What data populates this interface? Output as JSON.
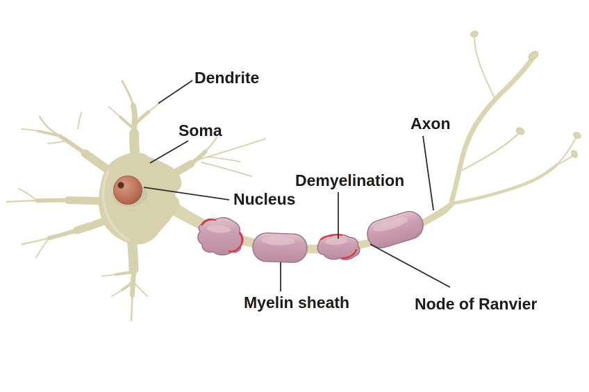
{
  "labels": {
    "dendrite": "Dendrite",
    "soma": "Soma",
    "nucleus": "Nucleus",
    "axon": "Axon",
    "demyelination": "Demyelination",
    "myelin_sheath": "Myelin sheath",
    "node_of_ranvier": "Node of Ranvier"
  },
  "colors": {
    "background": "#ffffff",
    "cell-body": "#d8d1ae",
    "cell-light": "#e9e3ca",
    "cell-stroke": "#c9c19c",
    "axon-fill": "#dcd5b2",
    "myelin-pink": "#cda1b2",
    "myelin-light": "#e3c3ce",
    "myelin-dark": "#b98da0",
    "myelin-stroke": "#96708a",
    "demyelination-red": "#e63341",
    "nucleus-main": "#c07459",
    "nucleus-light": "#d99c84",
    "nucleus-dark": "#9d5a44",
    "nucleolus": "#5c2f20",
    "label-text": "#1e1b18",
    "leader-line": "#2e2a26"
  }
}
